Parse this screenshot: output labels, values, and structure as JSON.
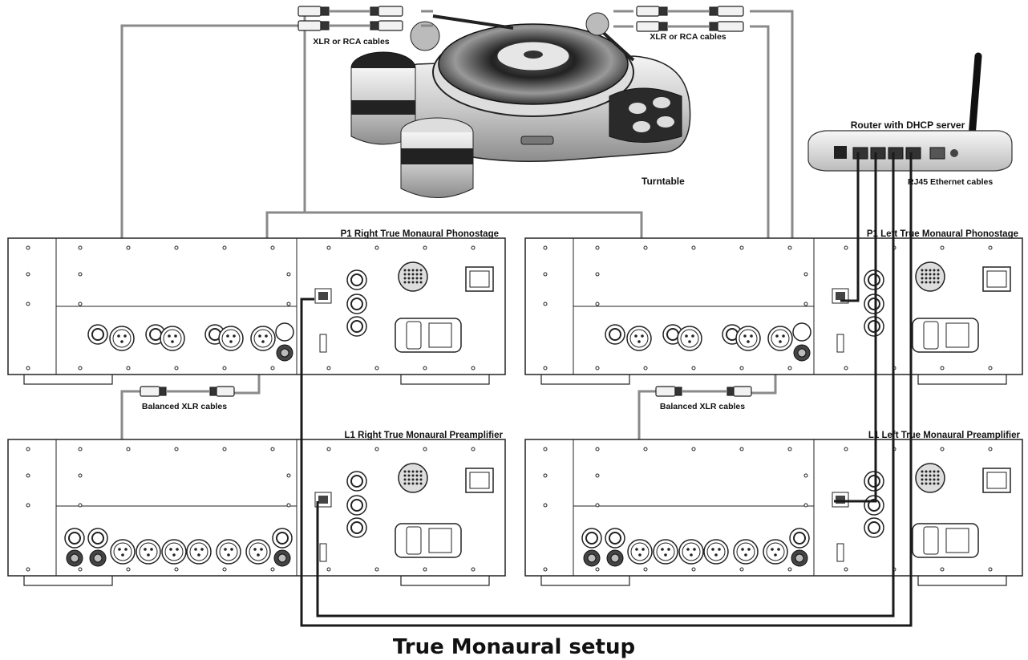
{
  "title": "True Monaural setup",
  "labels": {
    "xlr_rca_left": "XLR or RCA cables",
    "xlr_rca_right": "XLR or RCA cables",
    "turntable": "Turntable",
    "router": "Router with DHCP server",
    "rj45": "RJ45 Ethernet cables",
    "balanced_left": "Balanced XLR cables",
    "balanced_right": "Balanced XLR cables"
  },
  "units": {
    "p1_right": "P1 Right True Monaural Phonostage",
    "p1_left": "P1 Left True Monaural Phonostage",
    "l1_right": "L1 Right True Monaural Preamplifier",
    "l1_left": "L1 Left True Monaural Preamplifier"
  },
  "colors": {
    "signal_cable": "#8a8a8a",
    "ethernet_cable": "#1a1a1a",
    "chassis_stroke": "#222222"
  }
}
